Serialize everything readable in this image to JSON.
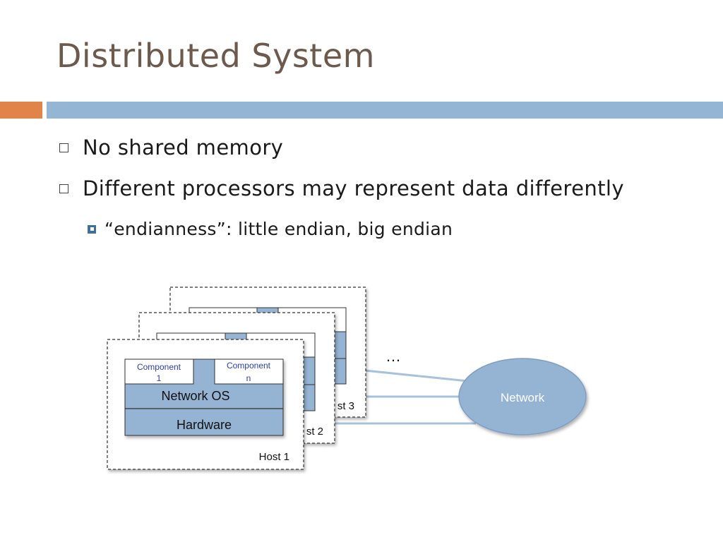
{
  "slide": {
    "title": "Distributed System",
    "bullets": [
      "No shared memory",
      "Different processors may represent data differently"
    ],
    "sub_bullets": [
      "“endianness”: little endian, big endian"
    ]
  },
  "diagram": {
    "hosts": [
      "Host 1",
      "st 2",
      "st 3"
    ],
    "component_1": [
      "Component",
      "1"
    ],
    "component_n": [
      "Component",
      "n"
    ],
    "layers": [
      "Network OS",
      "Hardware"
    ],
    "network_label": "Network",
    "ellipsis": "…"
  },
  "colors": {
    "title": "#6e5a4c",
    "accent_orange": "#e0844a",
    "accent_blue": "#94b5d3",
    "layer_fill": "#95b3d3",
    "component_text": "#2a3fb0"
  }
}
